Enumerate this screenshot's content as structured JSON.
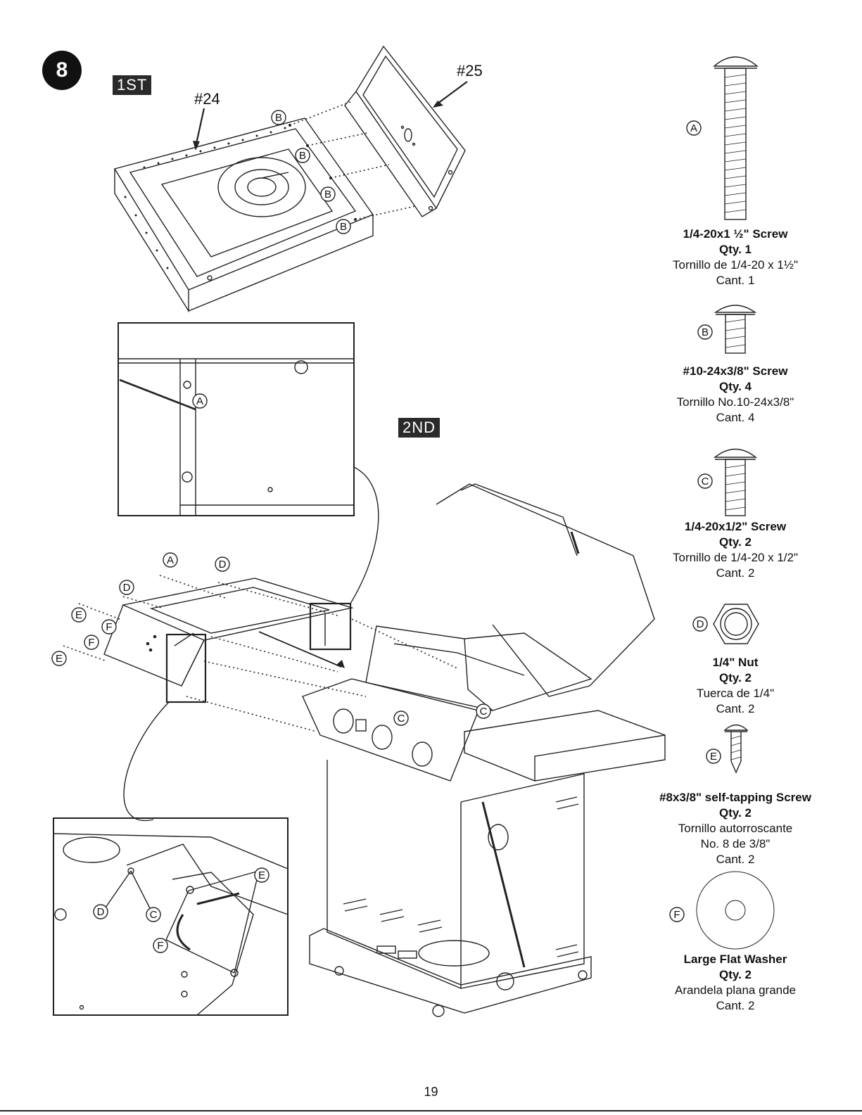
{
  "step_number": "8",
  "tags": {
    "first": "1ST",
    "second": "2ND"
  },
  "part_labels": {
    "p24": "#24",
    "p25": "#25"
  },
  "callout_letters": {
    "a": "A",
    "b": "B",
    "c": "C",
    "d": "D",
    "e": "E",
    "f": "F"
  },
  "hardware": [
    {
      "letter": "A",
      "name": "1/4-20x1 ½\" Screw",
      "qty": "Qty. 1",
      "spanish": "Tornillo de 1/4-20 x 1½\"",
      "spanish2": "",
      "cant": "Cant. 1"
    },
    {
      "letter": "B",
      "name": "#10-24x3/8\" Screw",
      "qty": "Qty. 4",
      "spanish": "Tornillo No.10-24x3/8\"",
      "spanish2": "",
      "cant": "Cant. 4"
    },
    {
      "letter": "C",
      "name": "1/4-20x1/2\" Screw",
      "qty": "Qty. 2",
      "spanish": "Tornillo de 1/4-20 x 1/2\"",
      "spanish2": "",
      "cant": "Cant. 2"
    },
    {
      "letter": "D",
      "name": "1/4\" Nut",
      "qty": "Qty. 2",
      "spanish": "Tuerca de 1/4\"",
      "spanish2": "",
      "cant": "Cant. 2"
    },
    {
      "letter": "E",
      "name": "#8x3/8\" self-tapping Screw",
      "qty": "Qty. 2",
      "spanish": "Tornillo autorroscante",
      "spanish2": "No. 8 de 3/8\"",
      "cant": "Cant. 2"
    },
    {
      "letter": "F",
      "name": "Large Flat Washer",
      "qty": "Qty. 2",
      "spanish": "Arandela plana grande",
      "spanish2": "",
      "cant": "Cant. 2"
    }
  ],
  "page_number": "19"
}
